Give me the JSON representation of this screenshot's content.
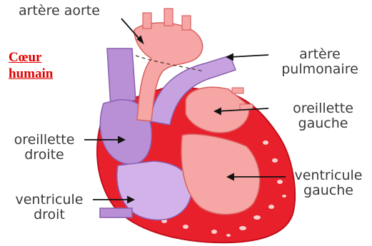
{
  "title": {
    "line1": "Cœur",
    "line2": "humain"
  },
  "labels": {
    "aorta": "artère aorte",
    "pulmonary_artery": [
      "artère",
      "pulmonaire"
    ],
    "left_atrium": [
      "oreillette",
      "gauche"
    ],
    "right_atrium": [
      "oreillette",
      "droite"
    ],
    "left_ventricle": [
      "ventricule",
      "gauche"
    ],
    "right_ventricle": [
      "ventricule",
      "droit"
    ]
  },
  "colors": {
    "title": "#e00000",
    "muscle": "#e8202c",
    "left_side": "#f6a6a4",
    "right_side": "#b990d6",
    "right_side_light": "#d2b2e8",
    "label_text": "#3a3a3a"
  }
}
